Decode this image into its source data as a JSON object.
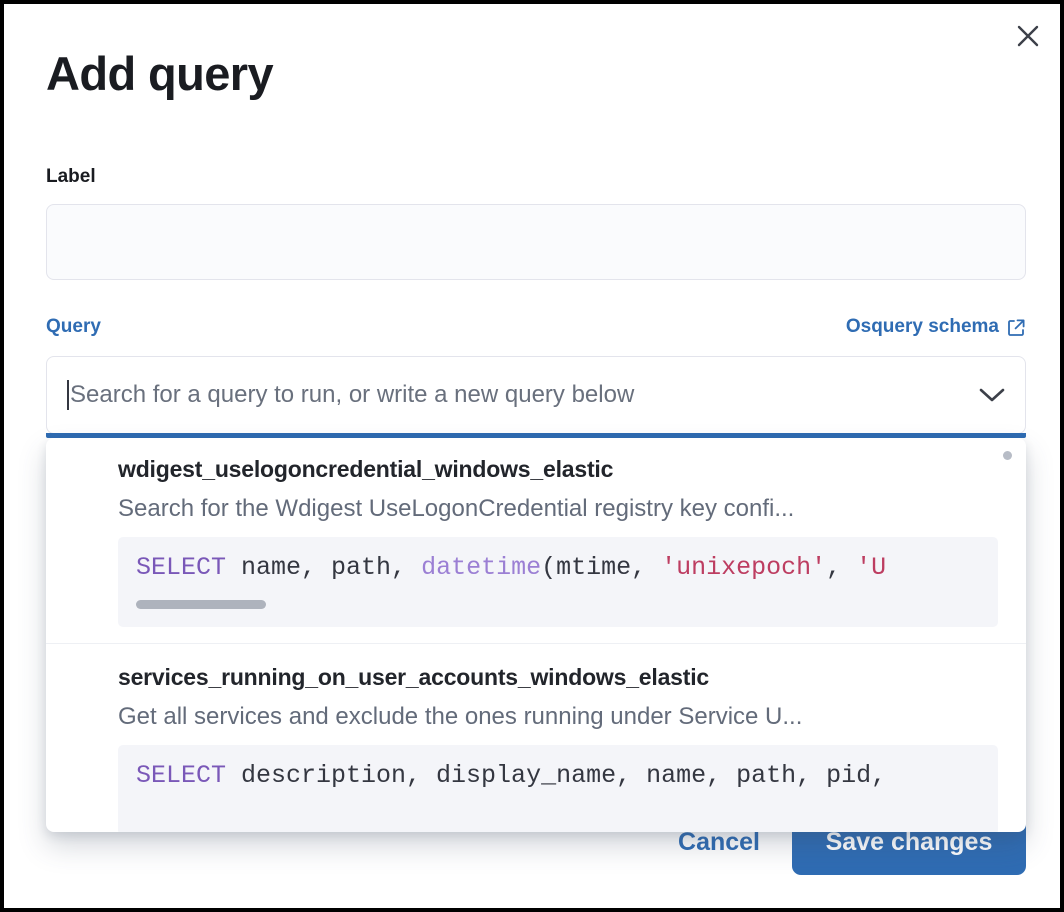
{
  "modal": {
    "title": "Add query",
    "close_icon": "close-icon"
  },
  "label_field": {
    "label": "Label",
    "value": "",
    "placeholder": ""
  },
  "query_section": {
    "label": "Query",
    "schema_link_text": "Osquery schema",
    "schema_link_icon": "external-link-icon"
  },
  "combobox": {
    "placeholder": "Search for a query to run, or write a new query below",
    "value": "",
    "chevron_icon": "chevron-down-icon",
    "expanded": true
  },
  "dropdown": {
    "options": [
      {
        "title": "wdigest_uselogoncredential_windows_elastic",
        "description": "Search for the Wdigest UseLogonCredential registry key confi...",
        "code_tokens": [
          {
            "t": "SELECT",
            "k": "kw"
          },
          {
            "t": " name, path, ",
            "k": "plain"
          },
          {
            "t": "datetime",
            "k": "fn"
          },
          {
            "t": "(mtime, ",
            "k": "plain"
          },
          {
            "t": "'unixepoch'",
            "k": "str"
          },
          {
            "t": ", ",
            "k": "plain"
          },
          {
            "t": "'U",
            "k": "str"
          }
        ],
        "has_scrollbar": true
      },
      {
        "title": "services_running_on_user_accounts_windows_elastic",
        "description": "Get all services and exclude the ones running under Service U...",
        "code_tokens": [
          {
            "t": "SELECT",
            "k": "kw"
          },
          {
            "t": " description, display_name, name, path, pid,",
            "k": "plain"
          }
        ],
        "has_scrollbar": false
      }
    ]
  },
  "footer": {
    "cancel_label": "Cancel",
    "save_label": "Save changes"
  },
  "colors": {
    "accent": "#2f6cb3",
    "text": "#1a1c21",
    "muted": "#69707d",
    "code_bg": "#f4f5f9",
    "keyword": "#7a58b8",
    "string": "#bd3d61"
  }
}
